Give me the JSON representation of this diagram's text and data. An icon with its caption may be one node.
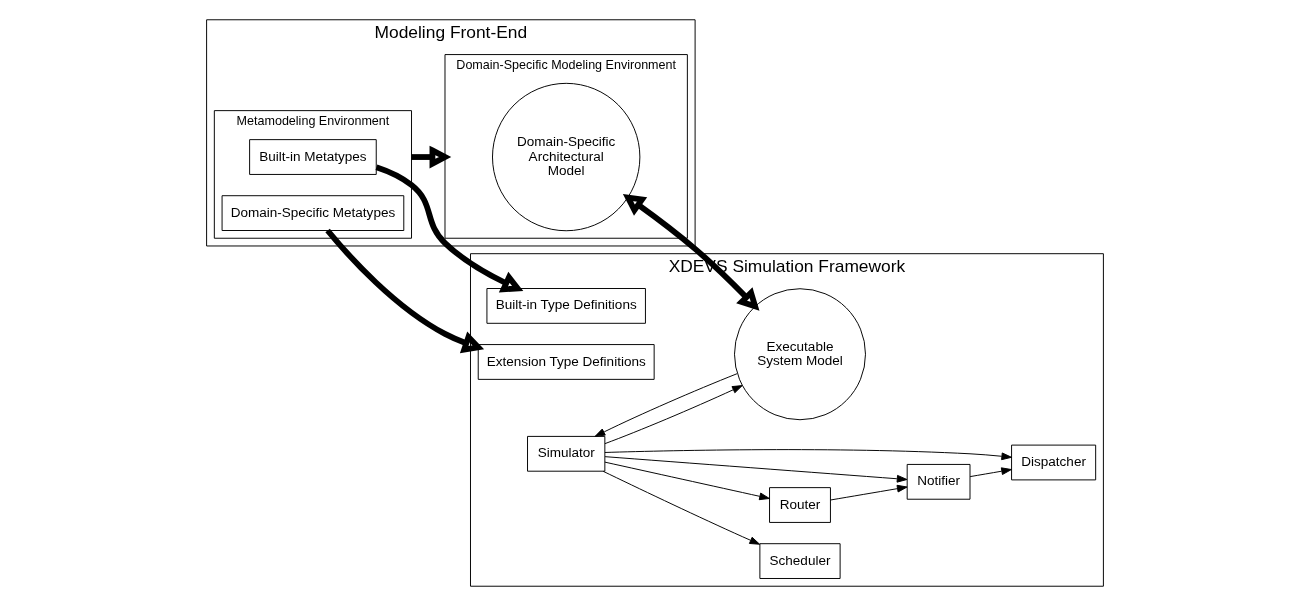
{
  "diagram": {
    "nodes": [
      {
        "text": [
          "Modeling Front-End"
        ]
      },
      {
        "text": [
          "Metamodeling Environment"
        ],
        "in": 0
      },
      {
        "text": [
          "Built-in Metatypes"
        ],
        "in": 1
      },
      {
        "text": [
          "Domain-Specific Metatypes"
        ],
        "in": 1
      },
      {
        "text": [
          "Domain-Specific Modeling Environment"
        ],
        "in": 0
      },
      {
        "text": [
          "Domain-Specific Architectural Model"
        ],
        "in": 4
      },
      {
        "text": [
          "XDEVS Simulation Framework"
        ]
      },
      {
        "text": [
          "Built-in Type Definitions"
        ],
        "in": 6
      },
      {
        "text": [
          "Extension Type Definitions"
        ],
        "in": 6
      },
      {
        "text": [
          "Simulator"
        ],
        "in": 6
      },
      {
        "text": [
          "Scheduler"
        ],
        "in": 6
      },
      {
        "text": [
          "Router"
        ],
        "in": 6
      },
      {
        "text": [
          "Notifier"
        ],
        "in": 6
      },
      {
        "text": [
          "Dispatcher"
        ],
        "in": 6
      },
      {
        "text": [
          "Executable System Model"
        ],
        "in": 6
      }
    ],
    "edges": [
      {
        "from": 2,
        "to": 7,
        "arrow": "to",
        "style": "thick"
      },
      {
        "from": 3,
        "to": 8,
        "arrow": "to",
        "style": "thick"
      },
      {
        "from": 1,
        "to": 4,
        "arrow": "to",
        "style": "thick"
      },
      {
        "from": 5,
        "to": 14,
        "arrow": "both",
        "style": "thick"
      },
      {
        "from": 14,
        "to": 9,
        "arrow": "to"
      },
      {
        "from": 9,
        "to": 14,
        "arrow": "to"
      },
      {
        "from": 9,
        "to": 10,
        "arrow": "to"
      },
      {
        "from": 9,
        "to": 11,
        "arrow": "to"
      },
      {
        "from": 9,
        "to": 12,
        "arrow": "to"
      },
      {
        "from": 9,
        "to": 13,
        "arrow": "to"
      },
      {
        "from": 11,
        "to": 12,
        "arrow": "to"
      },
      {
        "from": 12,
        "to": 13,
        "arrow": "to"
      }
    ]
  }
}
